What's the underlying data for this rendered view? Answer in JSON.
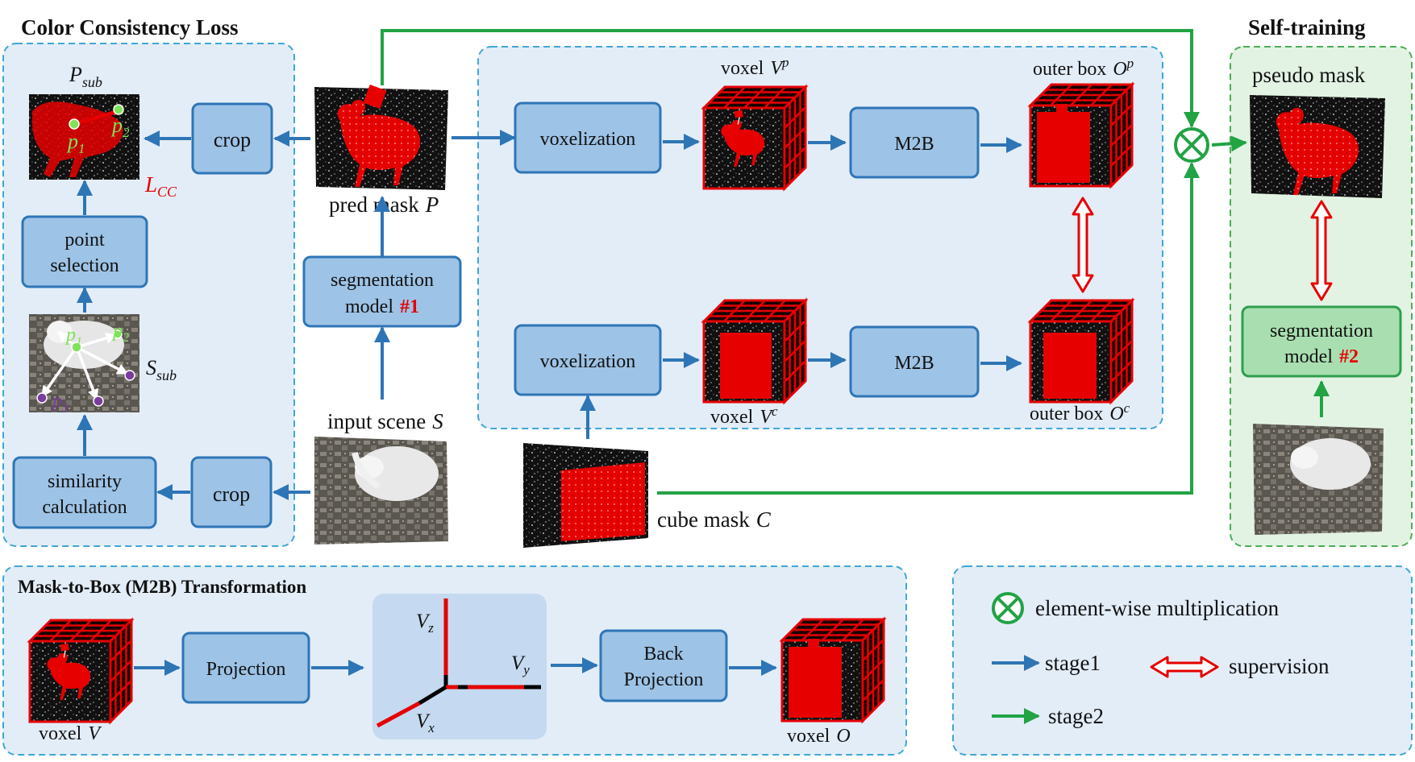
{
  "panels": {
    "color_consistency": {
      "title": "Color Consistency Loss"
    },
    "self_training": {
      "title": "Self-training",
      "label": "pseudo mask"
    },
    "m2b": {
      "title": "Mask-to-Box (M2B) Transformation"
    }
  },
  "boxes": {
    "crop": "crop",
    "point_selection_1": "point",
    "point_selection_2": "selection",
    "similarity_1": "similarity",
    "similarity_2": "calculation",
    "seg_model_1a": "segmentation",
    "seg_model_1b": "model",
    "seg_model_1_num": "#1",
    "voxelization": "voxelization",
    "m2b": "M2B",
    "seg_model_2a": "segmentation",
    "seg_model_2b": "model",
    "seg_model_2_num": "#2",
    "projection": "Projection",
    "back_projection_1": "Back",
    "back_projection_2": "Projection"
  },
  "labels": {
    "p_sub": "P",
    "p_sub_subscript": "sub",
    "s_sub": "S",
    "s_sub_subscript": "sub",
    "l_cc": "L",
    "l_cc_subscript": "CC",
    "p1": "p",
    "p1_sub": "1",
    "p2": "p",
    "p2_sub": "2",
    "p3": "p",
    "p3_sub": "3",
    "pred_mask": "pred mask",
    "pred_mask_symbol": "P",
    "input_scene": "input scene",
    "input_scene_symbol": "S",
    "cube_mask": "cube mask",
    "cube_mask_symbol": "C",
    "voxel_vp": "voxel",
    "voxel_vp_symbol": "V",
    "voxel_vp_sup": "p",
    "outer_box_op": "outer box",
    "outer_box_op_symbol": "O",
    "outer_box_op_sup": "p",
    "voxel_vc": "voxel",
    "voxel_vc_symbol": "V",
    "voxel_vc_sup": "c",
    "outer_box_oc": "outer box",
    "outer_box_oc_symbol": "O",
    "outer_box_oc_sup": "c",
    "voxel_v": "voxel",
    "voxel_v_symbol": "V",
    "voxel_o": "voxel",
    "voxel_o_symbol": "O",
    "vz": "V",
    "vz_sub": "z",
    "vy": "V",
    "vy_sub": "y",
    "vx": "V",
    "vx_sub": "x"
  },
  "legend": {
    "multiplication": "element-wise multiplication",
    "stage1": "stage1",
    "stage2": "stage2",
    "supervision": "supervision"
  },
  "colors": {
    "panel_fill": "#e3edf8",
    "panel_border": "#3fa7d6",
    "self_fill": "#e2f3e3",
    "self_border": "#4cae55",
    "box_fill": "#9dc3e6",
    "box_border": "#2e75b6",
    "green_box_fill": "#a9dfb0",
    "green_box_border": "#2e9e4e",
    "blue_arrow": "#2e75b6",
    "green_arrow": "#22a344",
    "red": "#e60000",
    "point_green": "#7fe35a",
    "point_purple": "#7a3d9c"
  }
}
